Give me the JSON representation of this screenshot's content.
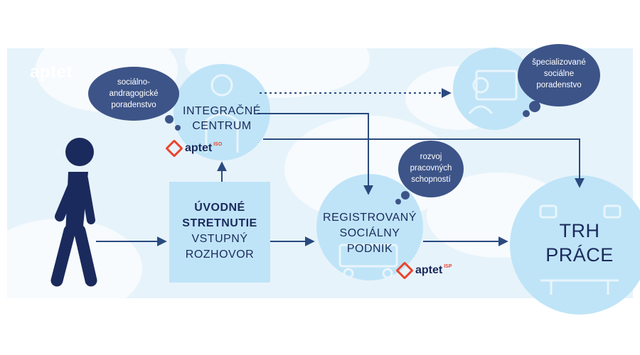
{
  "logo": {
    "text": "aptet"
  },
  "nodes": {
    "integration_center": {
      "line1": "INTEGRAČNÉ",
      "line2": "CENTRUM"
    },
    "intro_meeting": {
      "bold1": "ÚVODNÉ",
      "bold2": "STRETNUTIE",
      "line3": "VSTUPNÝ",
      "line4": "ROZHOVOR"
    },
    "social_enterprise": {
      "line1": "REGISTROVANÝ",
      "line2": "SOCIÁLNY",
      "line3": "PODNIK"
    },
    "labor_market": {
      "line1": "TRH",
      "line2": "PRÁCE"
    }
  },
  "bubbles": {
    "andragogic": {
      "line1": "sociálno-",
      "line2": "andragogické",
      "line3": "poradenstvo"
    },
    "specialized": {
      "line1": "špecializované",
      "line2": "sociálne",
      "line3": "poradenstvo"
    },
    "skills": {
      "line1": "rozvoj",
      "line2": "pracovných",
      "line3": "schopností"
    }
  },
  "badges": {
    "center_badge": {
      "word": "aptet",
      "sup": "ISO"
    },
    "enterprise_badge": {
      "word": "aptet",
      "sup": "ISP"
    }
  },
  "colors": {
    "panel_bg": "#e7f3fa",
    "circle": "#bfe4f7",
    "box": "#bfe4f7",
    "navy": "#1b2a5c",
    "bubble": "#3d5488",
    "arrow": "#2a4a7f",
    "brand_red": "#e9452f"
  }
}
